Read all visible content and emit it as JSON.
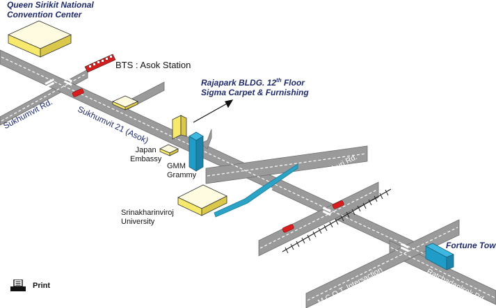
{
  "labels": {
    "qsncc_line1": "Queen Sirikit  National",
    "qsncc_line2": "Convention Center",
    "bts": "BTS : Asok Station",
    "rajapark_line1": "Rajapark BLDG. 12",
    "rajapark_sup": "th",
    "rajapark_line1_suffix": " Floor",
    "rajapark_line2": "Sigma Carpet & Furnishing",
    "sukhumvit_rd": "Sukhumvit Rd.",
    "sukhumvit_21": "Sukhumvit 21 (Asok)",
    "japan_line1": "Japan",
    "japan_line2": "Embassy",
    "gmm_line1": "GMM",
    "gmm_line2": "Grammy",
    "new_petchburi": "New Petchburi Rd.",
    "swu_line1": "Srinakharinviroj",
    "swu_line2": "University",
    "fortune_town": "Fortune Town",
    "mcot": "M.C.O.T. Intersaction",
    "ratchadapisek": "Ratchadaplsek Rd."
  },
  "print": {
    "label": "Print",
    "icon": "printer-icon"
  },
  "colors": {
    "road": "#9a9a9a",
    "road_edge": "#6e6e6e",
    "road_dash": "#ffffff",
    "building_yellow": "#f7e96b",
    "building_top": "#fffbe0",
    "building_blue": "#1f9cc8",
    "station_red": "#d22020",
    "car_red": "#d81e1e",
    "label_navy": "#1f2a6b",
    "expressway_blue": "#2ba3c7"
  }
}
